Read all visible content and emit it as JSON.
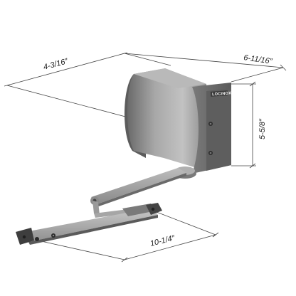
{
  "product": {
    "brand_label": "LOCINOX"
  },
  "dimensions": {
    "width_label": "4-3/16″",
    "depth_label": "6-11/16″",
    "height_label": "5-5/8″",
    "arm_length_label": "10-1/4″"
  },
  "colors": {
    "body_gray": "#9a9a9a",
    "dark_gray": "#4a4a4a",
    "light_gray": "#c7c7c7",
    "background": "#ffffff"
  }
}
